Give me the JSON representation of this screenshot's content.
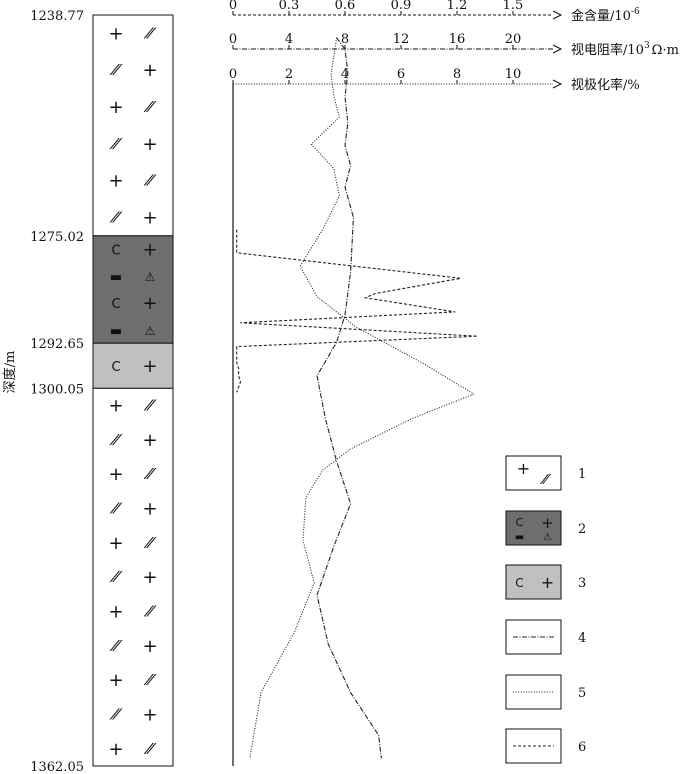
{
  "chart_data": {
    "type": "line",
    "depth_label": "深度/m",
    "depth_range": [
      1238.77,
      1362.05
    ],
    "depth_ticks": [
      "1238.77",
      "1275.02",
      "1292.65",
      "1300.05",
      "1362.05"
    ],
    "axes": [
      {
        "key": "gold",
        "label": "金含量/10",
        "label_sup": "-6",
        "range": [
          0,
          1.5
        ],
        "ticks": [
          "0",
          "0.3",
          "0.6",
          "0.9",
          "1.2",
          "1.5"
        ],
        "style": "dashed"
      },
      {
        "key": "resistivity",
        "label": "视电阻率/10",
        "label_sup": "3",
        "label_tail": "Ω·m",
        "range": [
          0,
          20
        ],
        "ticks": [
          "0",
          "4",
          "8",
          "12",
          "16",
          "20"
        ],
        "style": "dashdot"
      },
      {
        "key": "polarization",
        "label": "视极化率/%",
        "range": [
          0,
          10
        ],
        "ticks": [
          "0",
          "2",
          "4",
          "6",
          "8",
          "10"
        ],
        "style": "dotted"
      }
    ],
    "lithology": [
      {
        "from": 1238.77,
        "to": 1275.02,
        "class": 1,
        "fill": "#ffffff"
      },
      {
        "from": 1275.02,
        "to": 1292.65,
        "class": 2,
        "fill": "#6e6e6e"
      },
      {
        "from": 1292.65,
        "to": 1300.05,
        "class": 3,
        "fill": "#c0c0c0"
      },
      {
        "from": 1300.05,
        "to": 1362.05,
        "class": 1,
        "fill": "#ffffff"
      }
    ],
    "series": [
      {
        "axis": "resistivity",
        "legend": "4",
        "depth": [
          1242.5,
          1244.4,
          1248.2,
          1252.2,
          1256.5,
          1260.2,
          1263.5,
          1267.0,
          1272.0,
          1281.0,
          1288.0,
          1292.5,
          1298.0,
          1305.0,
          1312.0,
          1319.0,
          1326.0,
          1334.0,
          1342.0,
          1350.0,
          1357.0,
          1360.8
        ],
        "values": [
          7.4,
          8.0,
          8.2,
          8.0,
          8.2,
          8.0,
          8.4,
          8.0,
          8.6,
          8.4,
          8.0,
          7.4,
          6.0,
          6.6,
          7.4,
          8.4,
          7.2,
          6.0,
          6.8,
          8.4,
          10.4,
          10.6
        ]
      },
      {
        "axis": "polarization",
        "legend": "5",
        "depth": [
          1242.5,
          1248.5,
          1252.0,
          1255.5,
          1260.0,
          1264.0,
          1268.5,
          1274.0,
          1280.0,
          1285.0,
          1290.0,
          1296.0,
          1301.0,
          1305.0,
          1310.0,
          1313.5,
          1318.0,
          1325.0,
          1332.0,
          1340.0,
          1350.0,
          1360.8
        ],
        "values": [
          3.7,
          3.5,
          3.6,
          3.8,
          2.8,
          3.6,
          3.8,
          3.2,
          2.4,
          3.0,
          4.4,
          6.8,
          8.6,
          6.4,
          4.2,
          3.2,
          2.6,
          2.5,
          2.9,
          2.2,
          1.0,
          0.6
        ]
      },
      {
        "axis": "gold",
        "legend": "6",
        "depth": [
          1274.0,
          1277.8,
          1282.0,
          1284.5,
          1285.2,
          1287.5,
          1289.3,
          1291.5,
          1293.2,
          1295.8,
          1296.8,
          1298.0,
          1299.0,
          1300.7
        ],
        "values": [
          0.02,
          0.02,
          1.22,
          0.76,
          0.71,
          1.19,
          0.04,
          1.31,
          0.02,
          0.02,
          0.03,
          0.03,
          0.04,
          0.02
        ]
      }
    ],
    "legend": [
      {
        "label": "1",
        "kind": "granite"
      },
      {
        "label": "2",
        "kind": "mineralized"
      },
      {
        "label": "3",
        "kind": "altered"
      },
      {
        "label": "4",
        "kind": "dashdot"
      },
      {
        "label": "5",
        "kind": "dotted"
      },
      {
        "label": "6",
        "kind": "dashed"
      }
    ],
    "symbols": {
      "plus": "+",
      "slash": "⁄⁄",
      "c": "C",
      "triangle": "⚠",
      "rect": "▬"
    }
  }
}
